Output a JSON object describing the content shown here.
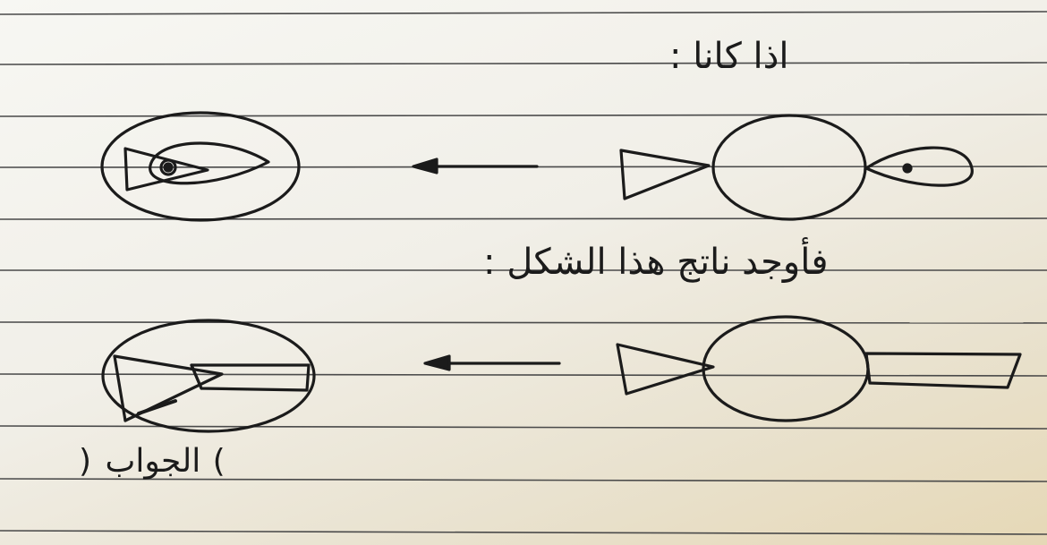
{
  "note": {
    "heading_if": "اذا كانا :",
    "heading_find": "فأوجد ناتج هذا الشكل :",
    "answer_label": "الجواب",
    "answer_paren_open": "(",
    "answer_paren_close": ")"
  },
  "colors": {
    "ink": "#1b1b1b",
    "rule_line": "#4a4a4a",
    "paper": "#f3f1ea",
    "paper_shadow": "#e6d8b6"
  },
  "icons": {
    "arrow_top": "left-arrow-icon",
    "arrow_bottom": "left-arrow-icon"
  }
}
